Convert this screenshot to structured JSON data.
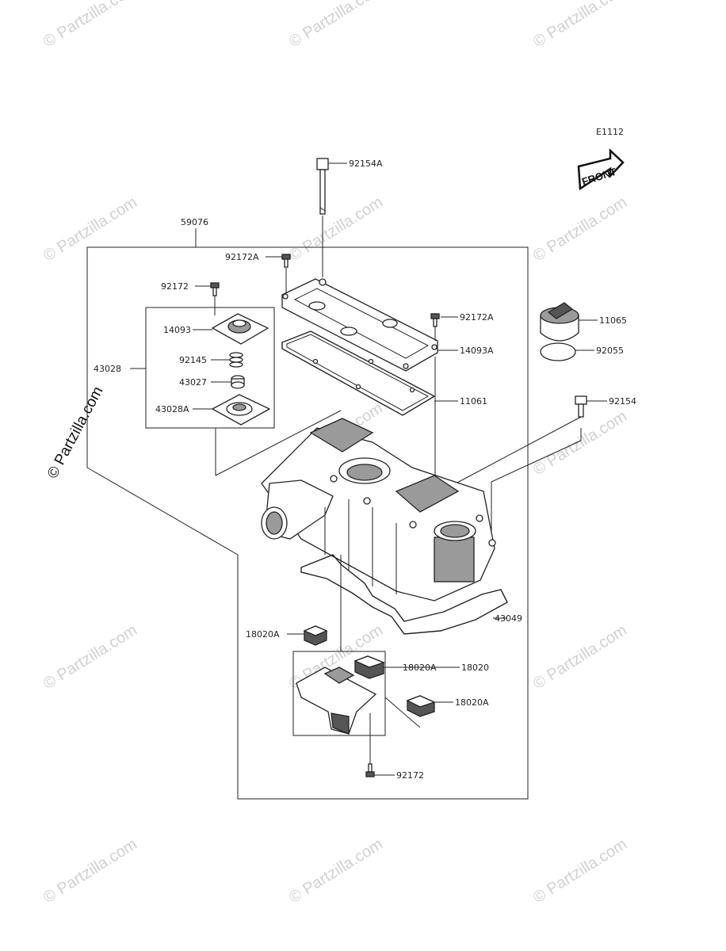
{
  "diagram": {
    "code": "E1112",
    "front_arrow_label": "FRONT",
    "side_watermark": "© Partzilla.com",
    "watermark": "© Partzilla.com",
    "labels": {
      "p92154A": "92154A",
      "p59076": "59076",
      "p92172A_top": "92172A",
      "p92172_left": "92172",
      "p14093": "14093",
      "p43028": "43028",
      "p92145": "92145",
      "p43027": "43027",
      "p43028A": "43028A",
      "p92172A_right": "92172A",
      "p14093A": "14093A",
      "p11061": "11061",
      "p11065": "11065",
      "p92055": "92055",
      "p92154": "92154",
      "p43049": "43049",
      "p18020A_left": "18020A",
      "p18020A_mid": "18020A",
      "p18020": "18020",
      "p18020A_low": "18020A",
      "p92172_bottom": "92172"
    }
  }
}
